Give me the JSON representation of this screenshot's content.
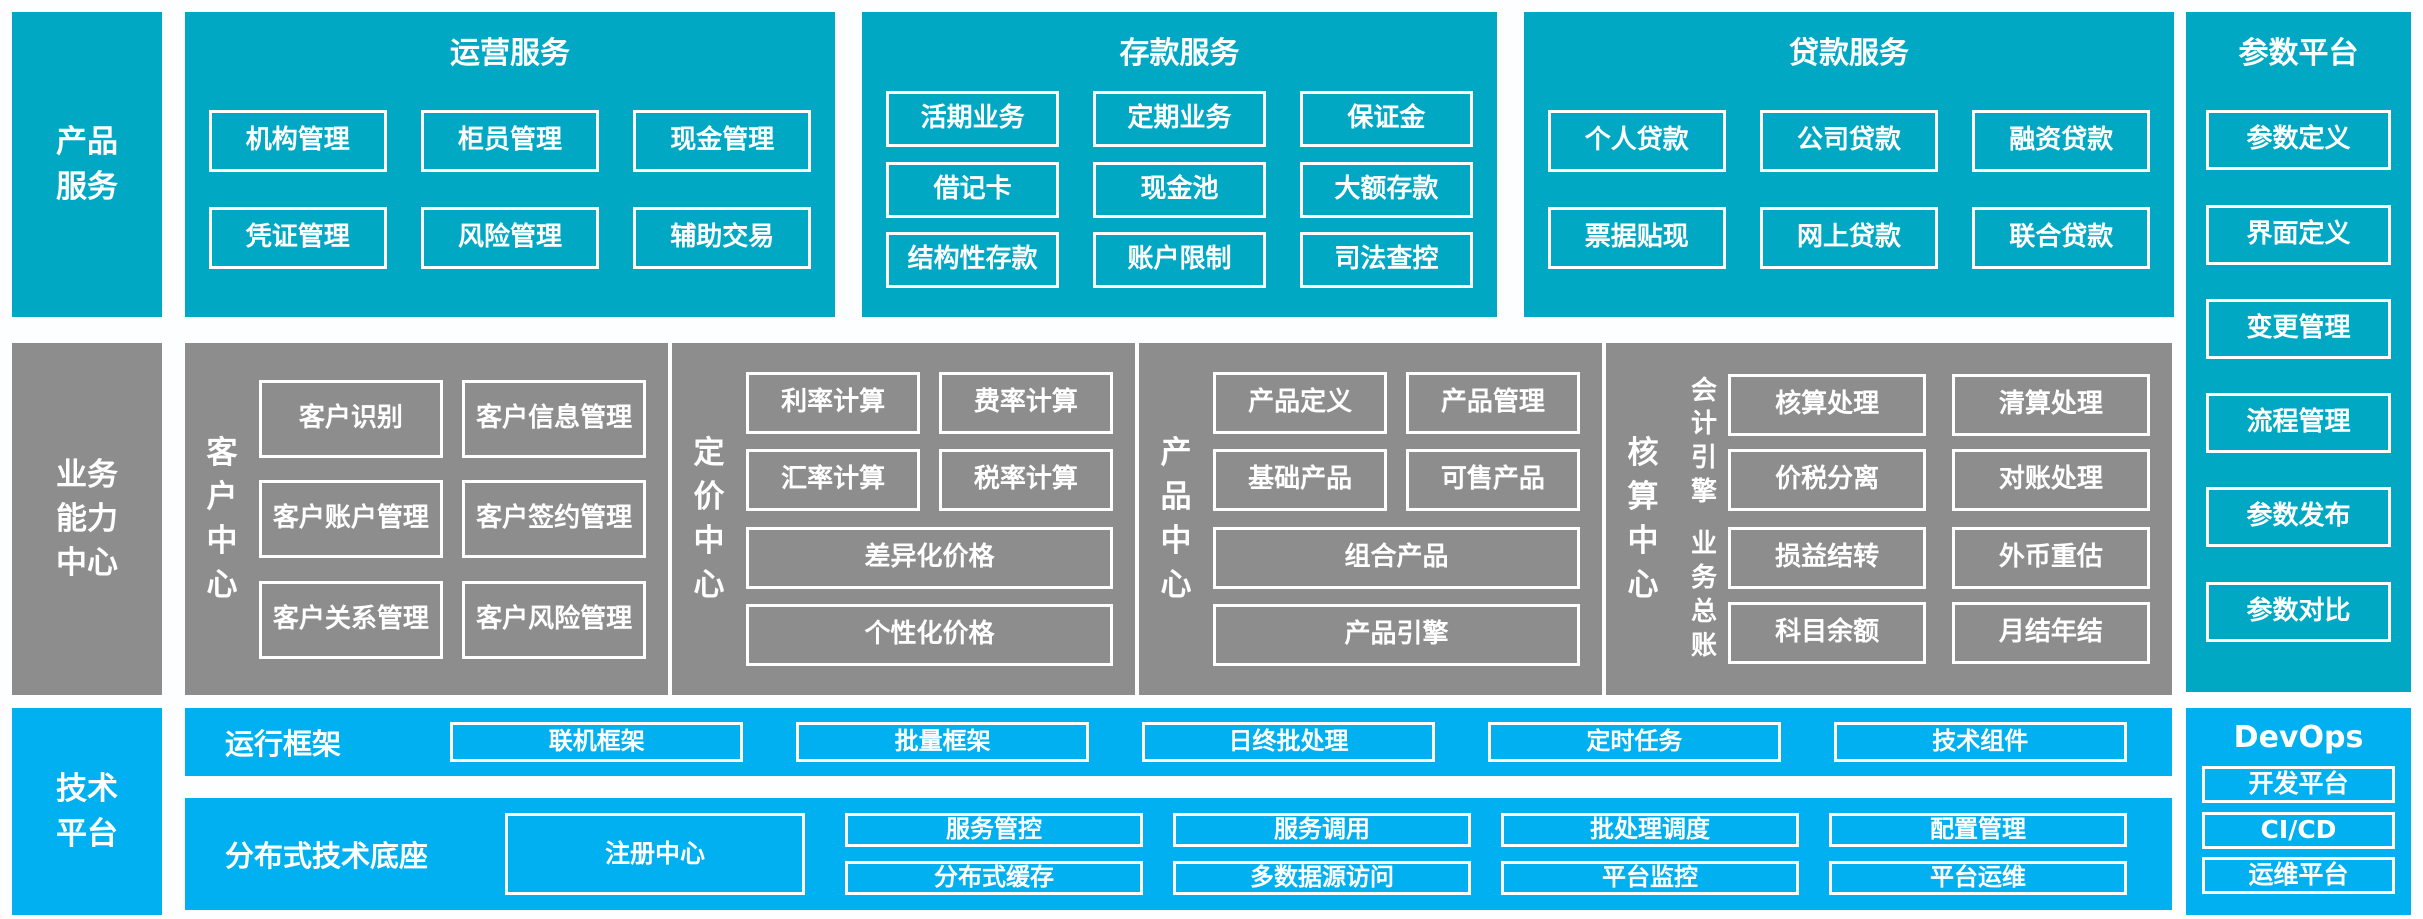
{
  "colors": {
    "teal": "#00a8c4",
    "gray": "#8d8d8d",
    "blue": "#00b0f0",
    "page_bg": "#fcfeff",
    "box_border": "#ffffff",
    "text": "#ffffff"
  },
  "rails": [
    {
      "lines": [
        "产品",
        "服务"
      ]
    },
    {
      "lines": [
        "业务",
        "能力",
        "中心"
      ]
    },
    {
      "lines": [
        "技术",
        "平台"
      ]
    }
  ],
  "operations": {
    "title": "运营服务",
    "rows": [
      [
        "机构管理",
        "柜员管理",
        "现金管理"
      ],
      [
        "凭证管理",
        "风险管理",
        "辅助交易"
      ]
    ]
  },
  "deposits": {
    "title": "存款服务",
    "rows": [
      [
        "活期业务",
        "定期业务",
        "保证金"
      ],
      [
        "借记卡",
        "现金池",
        "大额存款"
      ],
      [
        "结构性存款",
        "账户限制",
        "司法查控"
      ]
    ]
  },
  "loans": {
    "title": "贷款服务",
    "rows": [
      [
        "个人贷款",
        "公司贷款",
        "融资贷款"
      ],
      [
        "票据贴现",
        "网上贷款",
        "联合贷款"
      ]
    ]
  },
  "params": {
    "title": "参数平台",
    "items": [
      "参数定义",
      "界面定义",
      "变更管理",
      "流程管理",
      "参数发布",
      "参数对比"
    ]
  },
  "customer": {
    "label": "客户中心",
    "rows": [
      [
        "客户识别",
        "客户信息管理"
      ],
      [
        "客户账户管理",
        "客户签约管理"
      ],
      [
        "客户关系管理",
        "客户风险管理"
      ]
    ]
  },
  "pricing": {
    "label": "定价中心",
    "rows": [
      [
        "利率计算",
        "费率计算"
      ],
      [
        "汇率计算",
        "税率计算"
      ]
    ],
    "wide": [
      "差异化价格",
      "个性化价格"
    ]
  },
  "product": {
    "label": "产品中心",
    "rows": [
      [
        "产品定义",
        "产品管理"
      ],
      [
        "基础产品",
        "可售产品"
      ]
    ],
    "wide": [
      "组合产品",
      "产品引擎"
    ]
  },
  "accounting": {
    "label": "核算中心",
    "groups": [
      {
        "label": "会计引擎",
        "rows": [
          [
            "核算处理",
            "清算处理"
          ],
          [
            "价税分离",
            "对账处理"
          ]
        ]
      },
      {
        "label": "业务总账",
        "rows": [
          [
            "损益结转",
            "外币重估"
          ],
          [
            "科目余额",
            "月结年结"
          ]
        ]
      }
    ]
  },
  "runtime": {
    "label": "运行框架",
    "items": [
      "联机框架",
      "批量框架",
      "日终批处理",
      "定时任务",
      "技术组件"
    ]
  },
  "distributed": {
    "label": "分布式技术底座",
    "registry": "注册中心",
    "pairs": [
      [
        "服务管控",
        "分布式缓存"
      ],
      [
        "服务调用",
        "多数据源访问"
      ],
      [
        "批处理调度",
        "平台监控"
      ],
      [
        "配置管理",
        "平台运维"
      ]
    ]
  },
  "devops": {
    "title": "DevOps",
    "items": [
      "开发平台",
      "CI/CD",
      "运维平台"
    ]
  }
}
